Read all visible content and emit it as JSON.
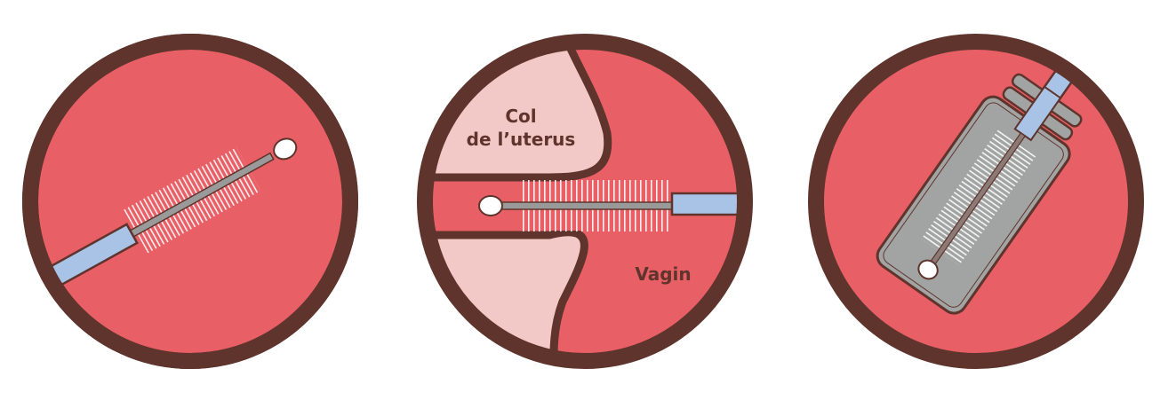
{
  "diagram": {
    "panels": [
      {
        "id": "step-1",
        "description": "Brush with blue handle held diagonally"
      },
      {
        "id": "step-2",
        "description": "Brush inserted through vagina to cervix",
        "labels": {
          "cervix_line1": "Col",
          "cervix_line2": "de l’uterus",
          "vagina": "Vagin"
        }
      },
      {
        "id": "step-3",
        "description": "Brush placed into sample tube"
      }
    ]
  },
  "colors": {
    "outline": "#5e342c",
    "tissue": "#e85f66",
    "cervix": "#f2c9c6",
    "handle": "#a9c3e6",
    "shaft": "#9a9a9a",
    "tube": "#a2a4a3",
    "bristles": "#ffffff"
  }
}
